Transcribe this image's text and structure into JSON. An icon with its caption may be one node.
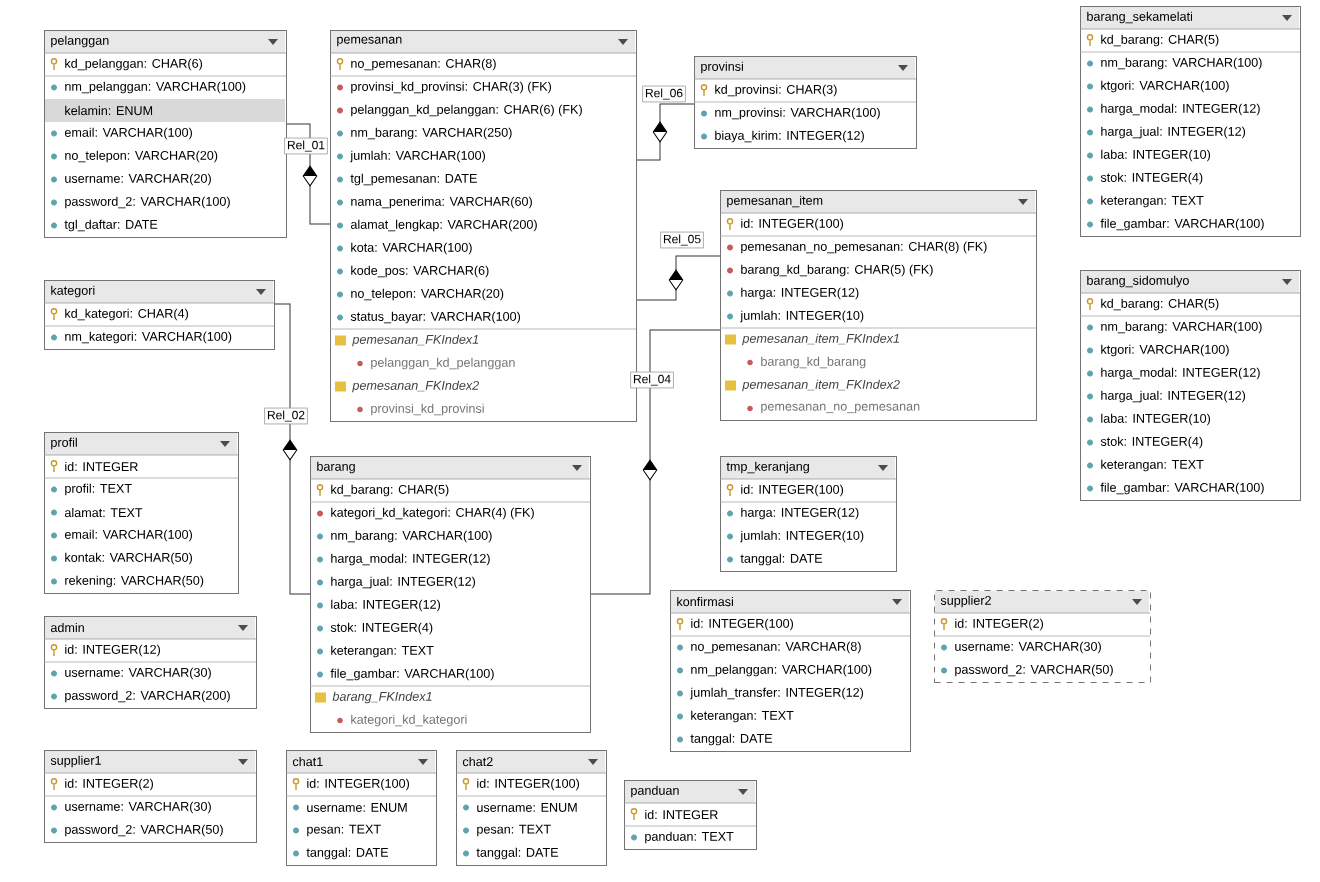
{
  "diagram": {
    "nodes": [
      {
        "text": [
          "pelanggan",
          "kd_pelanggan: CHAR(6)",
          "nm_pelanggan: VARCHAR(100)",
          "kelamin: ENUM",
          "email: VARCHAR(100)",
          "no_telepon: VARCHAR(20)",
          "username: VARCHAR(20)",
          "password_2: VARCHAR(100)",
          "tgl_daftar: DATE"
        ]
      },
      {
        "text": [
          "pemesanan",
          "no_pemesanan: CHAR(8)",
          "provinsi_kd_provinsi: CHAR(3) (FK)",
          "pelanggan_kd_pelanggan: CHAR(6) (FK)",
          "nm_barang: VARCHAR(250)",
          "jumlah: VARCHAR(100)",
          "tgl_pemesanan: DATE",
          "nama_penerima: VARCHAR(60)",
          "alamat_lengkap: VARCHAR(200)",
          "kota: VARCHAR(100)",
          "kode_pos: VARCHAR(6)",
          "no_telepon: VARCHAR(20)",
          "status_bayar: VARCHAR(100)",
          "pemesanan_FKIndex1",
          "pelanggan_kd_pelanggan",
          "pemesanan_FKIndex2",
          "provinsi_kd_provinsi"
        ]
      },
      {
        "text": [
          "provinsi",
          "kd_provinsi: CHAR(3)",
          "nm_provinsi: VARCHAR(100)",
          "biaya_kirim: INTEGER(12)"
        ]
      },
      {
        "text": [
          "barang_sekamelati",
          "kd_barang: CHAR(5)",
          "nm_barang: VARCHAR(100)",
          "ktgori: VARCHAR(100)",
          "harga_modal: INTEGER(12)",
          "harga_jual: INTEGER(12)",
          "laba: INTEGER(10)",
          "stok: INTEGER(4)",
          "keterangan: TEXT",
          "file_gambar: VARCHAR(100)"
        ]
      },
      {
        "text": [
          "pemesanan_item",
          "id: INTEGER(100)",
          "pemesanan_no_pemesanan: CHAR(8) (FK)",
          "barang_kd_barang: CHAR(5) (FK)",
          "harga: INTEGER(12)",
          "jumlah: INTEGER(10)",
          "pemesanan_item_FKIndex1",
          "barang_kd_barang",
          "pemesanan_item_FKIndex2",
          "pemesanan_no_pemesanan"
        ]
      },
      {
        "text": [
          "kategori",
          "kd_kategori: CHAR(4)",
          "nm_kategori: VARCHAR(100)"
        ]
      },
      {
        "text": [
          "barang_sidomulyo",
          "kd_barang: CHAR(5)",
          "nm_barang: VARCHAR(100)",
          "ktgori: VARCHAR(100)",
          "harga_modal: INTEGER(12)",
          "harga_jual: INTEGER(12)",
          "laba: INTEGER(10)",
          "stok: INTEGER(4)",
          "keterangan: TEXT",
          "file_gambar: VARCHAR(100)"
        ]
      },
      {
        "text": [
          "profil",
          "id: INTEGER",
          "profil: TEXT",
          "alamat: TEXT",
          "email: VARCHAR(100)",
          "kontak: VARCHAR(50)",
          "rekening: VARCHAR(50)"
        ]
      },
      {
        "text": [
          "barang",
          "kd_barang: CHAR(5)",
          "kategori_kd_kategori: CHAR(4) (FK)",
          "nm_barang: VARCHAR(100)",
          "harga_modal: INTEGER(12)",
          "harga_jual: INTEGER(12)",
          "laba: INTEGER(12)",
          "stok: INTEGER(4)",
          "keterangan: TEXT",
          "file_gambar: VARCHAR(100)",
          "barang_FKIndex1",
          "kategori_kd_kategori"
        ]
      },
      {
        "text": [
          "tmp_keranjang",
          "id: INTEGER(100)",
          "harga: INTEGER(12)",
          "jumlah: INTEGER(10)",
          "tanggal: DATE"
        ]
      },
      {
        "text": [
          "admin",
          "id: INTEGER(12)",
          "username: VARCHAR(30)",
          "password_2: VARCHAR(200)"
        ]
      },
      {
        "text": [
          "konfirmasi",
          "id: INTEGER(100)",
          "no_pemesanan: VARCHAR(8)",
          "nm_pelanggan: VARCHAR(100)",
          "jumlah_transfer: INTEGER(12)",
          "keterangan: TEXT",
          "tanggal: DATE"
        ]
      },
      {
        "text": [
          "supplier2",
          "id: INTEGER(2)",
          "username: VARCHAR(30)",
          "password_2: VARCHAR(50)"
        ]
      },
      {
        "text": [
          "supplier1",
          "id: INTEGER(2)",
          "username: VARCHAR(30)",
          "password_2: VARCHAR(50)"
        ]
      },
      {
        "text": [
          "chat1",
          "id: INTEGER(100)",
          "username: ENUM",
          "pesan: TEXT",
          "tanggal: DATE"
        ]
      },
      {
        "text": [
          "chat2",
          "id: INTEGER(100)",
          "username: ENUM",
          "pesan: TEXT",
          "tanggal: DATE"
        ]
      },
      {
        "text": [
          "panduan",
          "id: INTEGER",
          "panduan: TEXT"
        ]
      }
    ],
    "edges": [
      {
        "from": 0,
        "to": 1,
        "arrow": "none",
        "label": "Rel_01"
      },
      {
        "from": 2,
        "to": 1,
        "arrow": "none",
        "label": "Rel_06"
      },
      {
        "from": 1,
        "to": 4,
        "arrow": "none",
        "label": "Rel_05"
      },
      {
        "from": 5,
        "to": 8,
        "arrow": "none",
        "label": "Rel_02"
      },
      {
        "from": 8,
        "to": 4,
        "arrow": "none",
        "label": "Rel_04"
      }
    ]
  }
}
